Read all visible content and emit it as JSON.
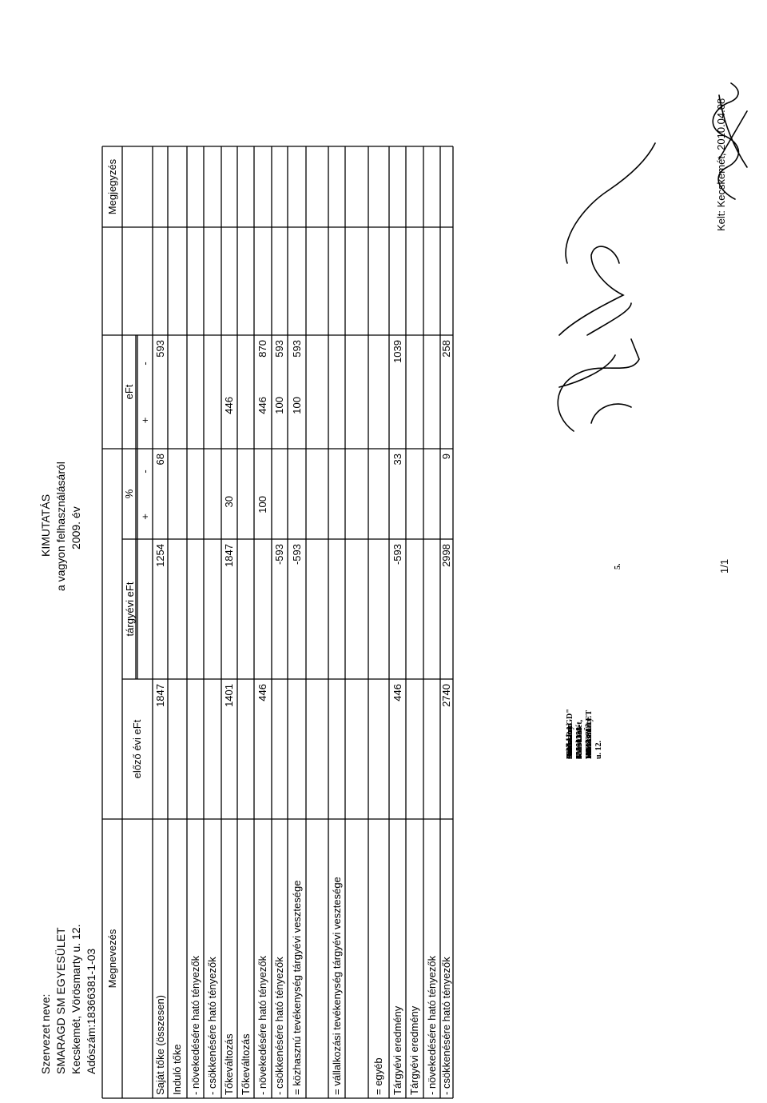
{
  "org": {
    "label": "Szervezet neve:",
    "name": "SMARAGD SM EGYESÜLET",
    "address": "Kecskemét, Vörösmarty u. 12.",
    "tax": "Adószám:18366381-1-03"
  },
  "report": {
    "title": "KIMUTATÁS",
    "subtitle": "a vagyon felhasználásáról",
    "year": "2009. év"
  },
  "table": {
    "headers": {
      "name": "Megnevezés",
      "prev": "előző évi eFt",
      "curr": "tárgyévi eFt",
      "pct": "%",
      "eft": "eFt",
      "note": "Megjegyzés",
      "plus": "+",
      "minus": "-"
    },
    "rows": [
      {
        "label": "Saját tőke (összesen)",
        "prev": "1847",
        "curr": "1254",
        "pct_plus": "",
        "pct_minus": "68",
        "eft_plus": "",
        "eft_minus": "593"
      },
      {
        "label": "Induló tőke",
        "prev": "",
        "curr": "",
        "pct_plus": "",
        "pct_minus": "",
        "eft_plus": "",
        "eft_minus": ""
      },
      {
        "label": "- növekedésére ható tényezők",
        "prev": "",
        "curr": "",
        "pct_plus": "",
        "pct_minus": "",
        "eft_plus": "",
        "eft_minus": ""
      },
      {
        "label": "- csökkenésére ható tényezők",
        "prev": "",
        "curr": "",
        "pct_plus": "",
        "pct_minus": "",
        "eft_plus": "",
        "eft_minus": ""
      },
      {
        "label": "Tőkeváltozás",
        "prev": "1401",
        "curr": "1847",
        "pct_plus": "30",
        "pct_minus": "",
        "eft_plus": "446",
        "eft_minus": ""
      },
      {
        "label": "Tőkeváltozás",
        "prev": "",
        "curr": "",
        "pct_plus": "",
        "pct_minus": "",
        "eft_plus": "",
        "eft_minus": ""
      },
      {
        "label": "- növekedésére ható tényezők",
        "prev": "446",
        "curr": "",
        "pct_plus": "100",
        "pct_minus": "",
        "eft_plus": "446",
        "eft_minus": "870"
      },
      {
        "label": "- csökkenésére ható tényezők",
        "prev": "",
        "curr": "-593",
        "pct_plus": "",
        "pct_minus": "",
        "eft_plus": "100",
        "eft_minus": "593"
      },
      {
        "label": "= közhasznú tevékenység tárgyévi vesztesége",
        "prev": "",
        "curr": "-593",
        "pct_plus": "",
        "pct_minus": "",
        "eft_plus": "100",
        "eft_minus": "593"
      },
      {
        "label": "",
        "prev": "",
        "curr": "",
        "pct_plus": "",
        "pct_minus": "",
        "eft_plus": "",
        "eft_minus": ""
      },
      {
        "label": "= vállalkozási tevékenység tárgyévi vesztesége",
        "prev": "",
        "curr": "",
        "pct_plus": "",
        "pct_minus": "",
        "eft_plus": "",
        "eft_minus": ""
      },
      {
        "label": "",
        "prev": "",
        "curr": "",
        "pct_plus": "",
        "pct_minus": "",
        "eft_plus": "",
        "eft_minus": ""
      },
      {
        "label": "= egyéb",
        "prev": "",
        "curr": "",
        "pct_plus": "",
        "pct_minus": "",
        "eft_plus": "",
        "eft_minus": ""
      },
      {
        "label": "Tárgyévi eredmény",
        "prev": "446",
        "curr": "-593",
        "pct_plus": "",
        "pct_minus": "33",
        "eft_plus": "",
        "eft_minus": "1039"
      },
      {
        "label": "Tárgyévi eredmény",
        "prev": "",
        "curr": "",
        "pct_plus": "",
        "pct_minus": "",
        "eft_plus": "",
        "eft_minus": ""
      },
      {
        "label": "- növekedésére ható tényezők",
        "prev": "",
        "curr": "",
        "pct_plus": "",
        "pct_minus": "",
        "eft_plus": "",
        "eft_minus": ""
      },
      {
        "label": "- csökkenésére ható tényezők",
        "prev": "2740",
        "curr": "2998",
        "pct_plus": "",
        "pct_minus": "9",
        "eft_plus": "",
        "eft_minus": "258"
      }
    ]
  },
  "stamp": {
    "line1": "\"SMARAGD\" SM EGYESÜLET",
    "line2": "6000 Kecskemét, Vörösmarty u. 12.",
    "line3": "Adószám: 18366381-1-03",
    "line4": "Banksz.: 50800128-11043371",
    "line5": "Postacím: 6000 Kecskemét",
    "line6": "Kodolányi J. u. 13. II/6.",
    "mark": "5."
  },
  "footer": {
    "page": "1/1",
    "date": "Kelt: Kecskemét, 2010.04.08"
  }
}
